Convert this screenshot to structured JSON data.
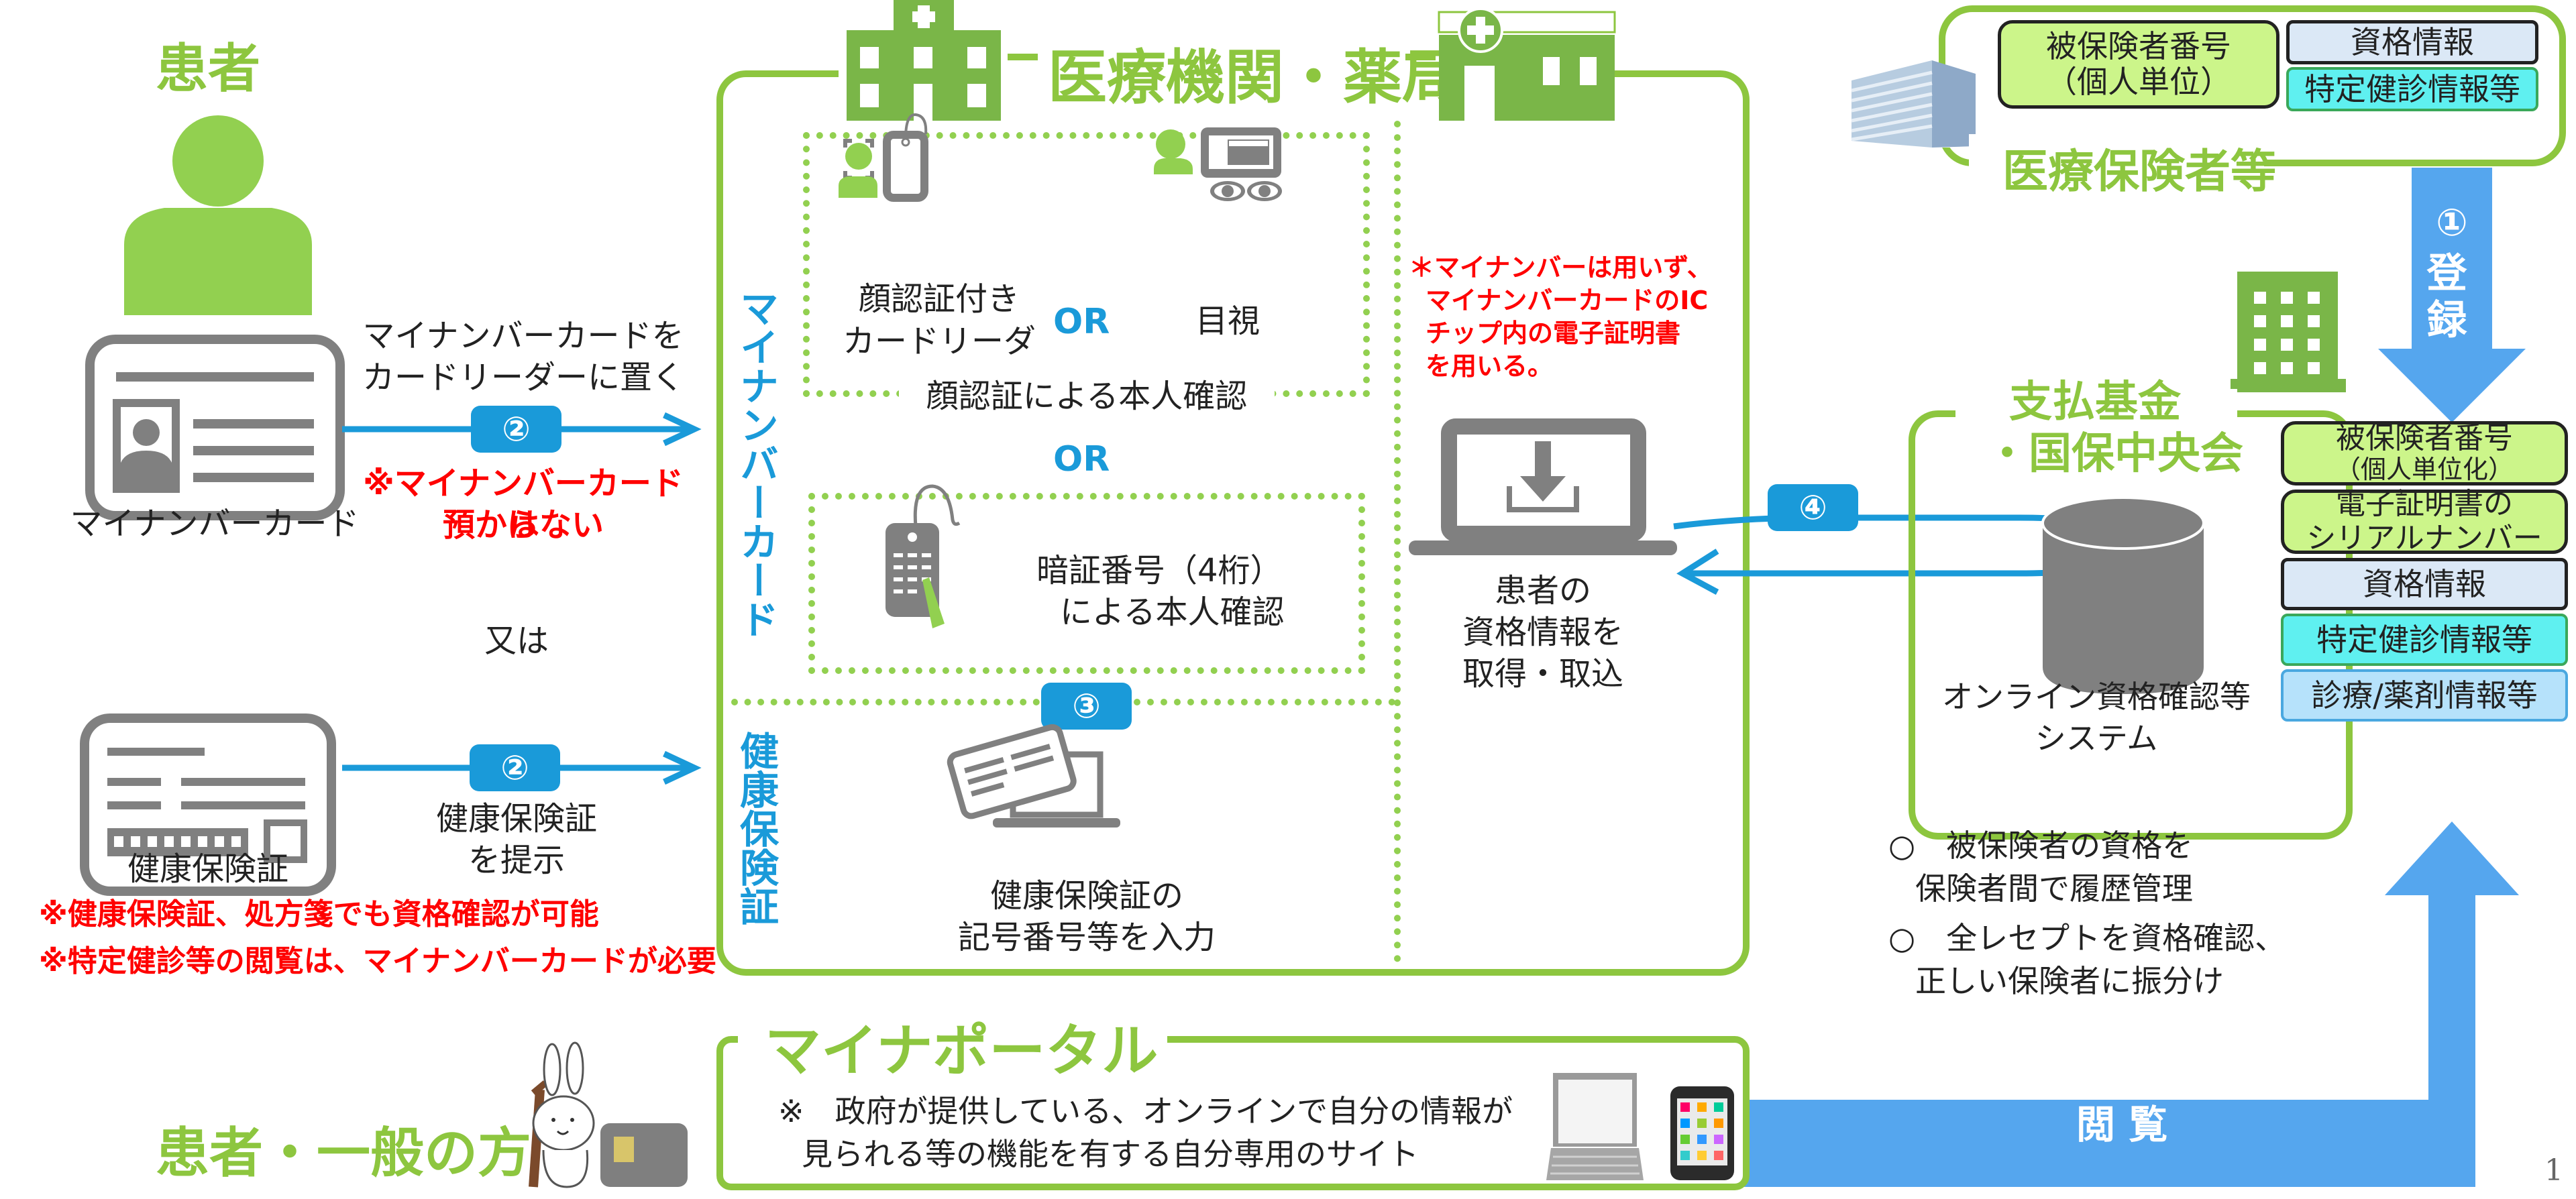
{
  "patient": {
    "title": "患者",
    "mynumber_card_label": "マイナンバーカード",
    "arrow1_text_line1": "マイナンバーカードを",
    "arrow1_text_line2": "カードリーダーに置く",
    "arrow1_badge": "②",
    "arrow1_note_line1": "※マイナンバーカードは",
    "arrow1_note_line2": "預からない",
    "or_label": "又は",
    "insurance_card_label": "健康保険証",
    "arrow2_badge": "②",
    "arrow2_text_line1": "健康保険証",
    "arrow2_text_line2": "を提示",
    "note1": "※健康保険証、処方箋でも資格確認が可能",
    "note2": "※特定健診等の閲覧は、マイナンバーカードが必要"
  },
  "medical": {
    "title": "医療機関・薬局",
    "side_label_mynumber": "マイナンバーカード",
    "side_label_insurance": "健康保険証",
    "face_reader_line1": "顔認証付き",
    "face_reader_line2": "カードリーダー",
    "or1": "OR",
    "visual_check": "目視",
    "face_auth_caption": "顔認証による本人確認",
    "or2": "OR",
    "pin_line1": "暗証番号（4桁）",
    "pin_line2": "による本人確認",
    "step3_badge": "③",
    "insurance_input_line1": "健康保険証の",
    "insurance_input_line2": "記号番号等を入力",
    "red_note_line1": "＊マイナンバーは用いず、",
    "red_note_line2": "マイナンバーカードのIC",
    "red_note_line3": "チップ内の電子証明書",
    "red_note_line4": "を用いる。",
    "retrieve_line1": "患者の",
    "retrieve_line2": "資格情報を",
    "retrieve_line3": "取得・取込",
    "step4_badge": "④"
  },
  "insurer": {
    "title": "医療保険者等",
    "box_number_line1": "被保険者番号",
    "box_number_line2": "（個人単位）",
    "box_qualification": "資格情報",
    "box_checkup": "特定健診情報等",
    "step1_circle": "①",
    "step1_label": "登録"
  },
  "fund": {
    "title_line1": "支払基金",
    "title_line2": "・国保中央会",
    "system_line1": "オンライン資格確認等",
    "system_line2": "システム",
    "stack": [
      {
        "line1": "被保険者番号",
        "line2": "（個人単位化）"
      },
      {
        "line1": "電子証明書の",
        "line2": "シリアルナンバー"
      },
      {
        "line1": "資格情報",
        "line2": ""
      },
      {
        "line1": "特定健診情報等",
        "line2": ""
      },
      {
        "line1": "診療/薬剤情報等",
        "line2": ""
      }
    ],
    "bullet1_line1": "○　被保険者の資格を",
    "bullet1_line2": "保険者間で履歴管理",
    "bullet2_line1": "○　全レセプトを資格確認、",
    "bullet2_line2": "正しい保険者に振分け"
  },
  "portal": {
    "general_label": "患者・一般の方",
    "title": "マイナポータル",
    "desc_line1": "※　政府が提供している、オンラインで自分の情報が",
    "desc_line2": "見られる等の機能を有する自分専用のサイト",
    "view_label": "閲 覧"
  },
  "page_number": "1",
  "colors": {
    "green": "#8dc63f",
    "blue": "#1a9ad9",
    "arrow_blue": "#55a6ee",
    "red": "#ff0000",
    "gray": "#808080",
    "info_green": "#ccf58a",
    "info_light": "#dbe8f6",
    "info_cyan": "#5ff0f0",
    "info_sky": "#b6e2fb"
  }
}
